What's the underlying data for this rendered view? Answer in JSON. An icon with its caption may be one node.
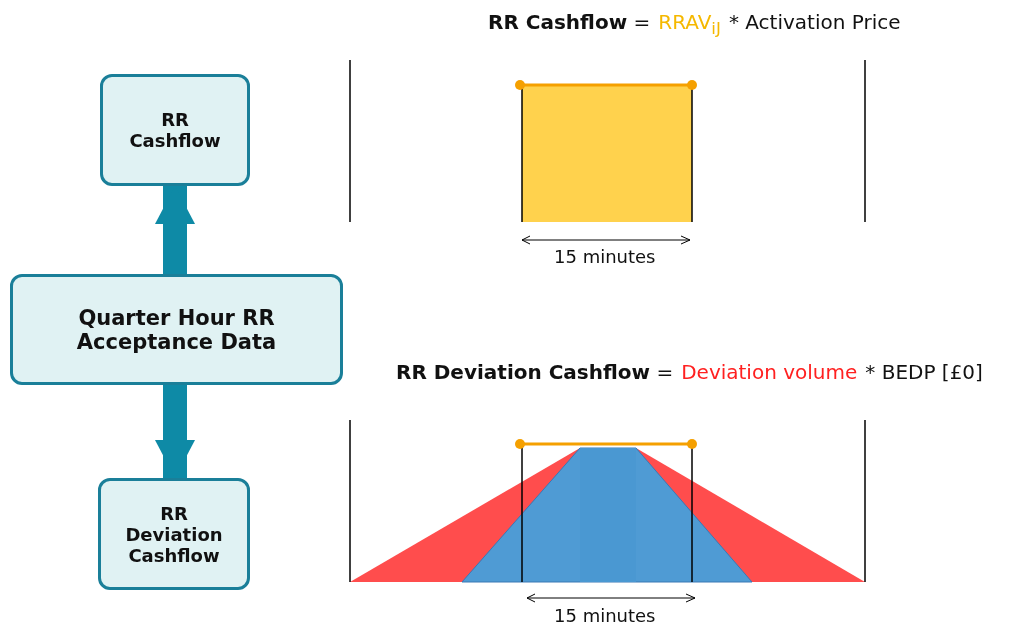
{
  "diagram": {
    "nodes": [
      {
        "text": [
          "RR Cashflow"
        ]
      },
      {
        "text": [
          "Quarter Hour RR Acceptance Data"
        ]
      },
      {
        "text": [
          "RR Deviation Cashflow"
        ]
      }
    ],
    "edges": [
      {
        "from": 1,
        "to": 0,
        "arrow": "to"
      },
      {
        "from": 1,
        "to": 2,
        "arrow": "to"
      }
    ],
    "labels": [
      "**RR Cashflow** =",
      "RRAV$_{iJ}$",
      "* Activation Price",
      "15 minutes",
      "**RR Deviation Cashflow** =",
      "Deviation volume",
      "* BEDP [£0]",
      "15 minutes"
    ]
  }
}
